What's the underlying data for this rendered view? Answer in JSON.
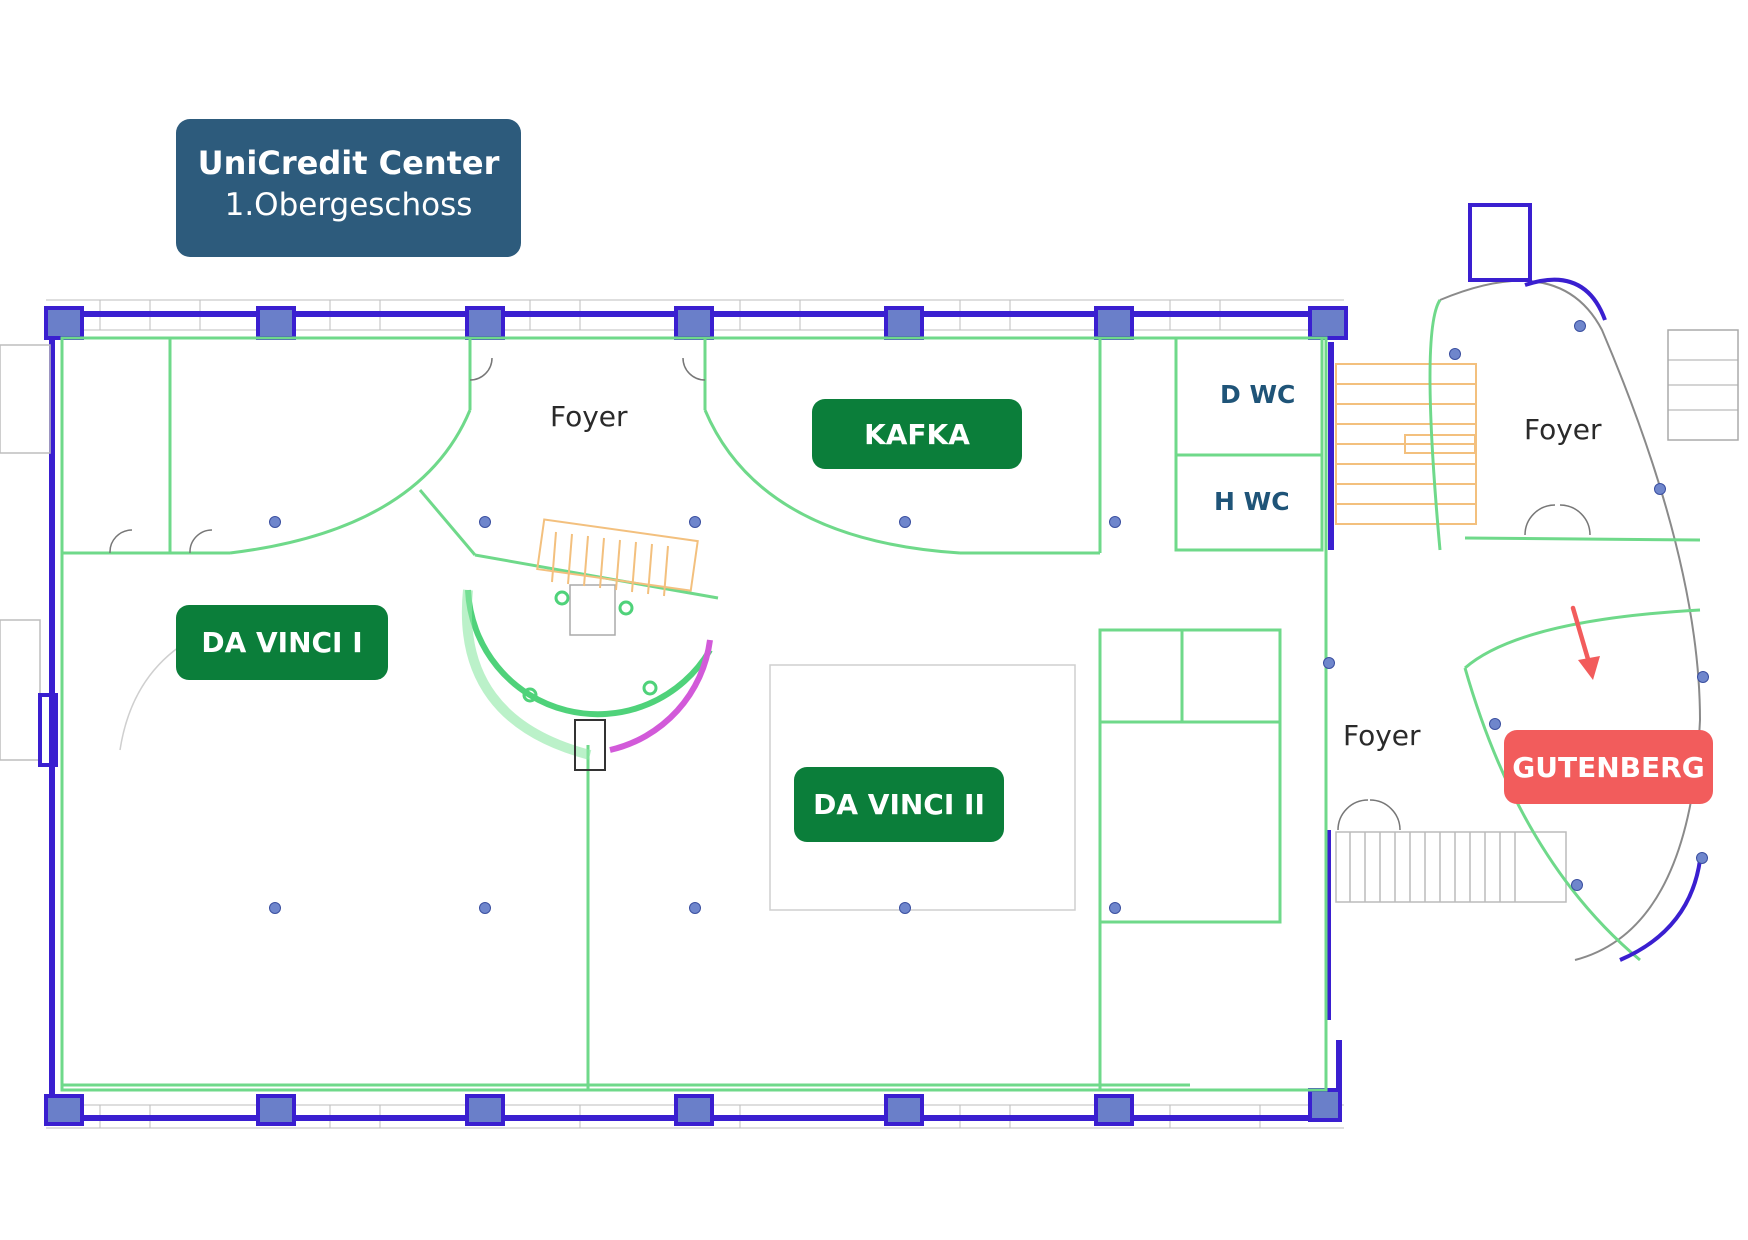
{
  "header": {
    "building": "UniCredit Center",
    "floor": "1.Obergeschoss"
  },
  "rooms": {
    "kafka": "KAFKA",
    "da_vinci_1": "DA VINCI I",
    "da_vinci_2": "DA VINCI II",
    "gutenberg": "GUTENBERG"
  },
  "areas": {
    "foyer_top": "Foyer",
    "foyer_right": "Foyer",
    "foyer_center": "Foyer",
    "wc_women": "D WC",
    "wc_men": "H WC"
  },
  "colors": {
    "header_bg": "#2d5b7c",
    "room_green": "#0b7e3a",
    "highlight_red": "#f25c5c",
    "wall_blue": "#3a1fd0",
    "wall_green": "#6fd98a",
    "stair_orange": "#f3c07e",
    "arrow_red": "#f25c5c"
  },
  "icons": [
    "ceiling-light-icon",
    "direction-arrow-icon",
    "staircase-icon"
  ]
}
